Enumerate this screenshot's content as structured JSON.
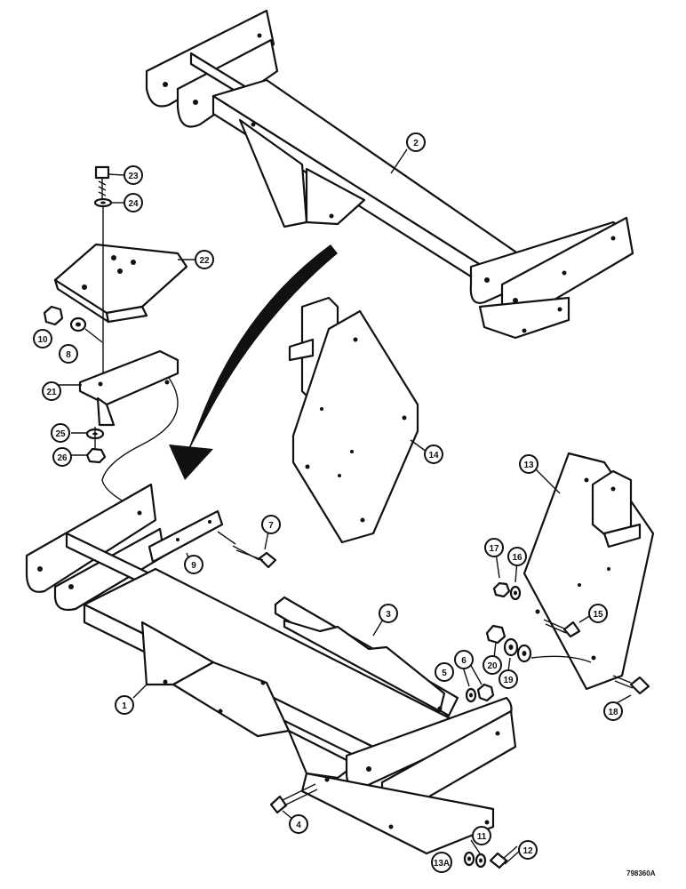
{
  "figure_code": "798360A",
  "callouts": [
    {
      "id": "c2",
      "label": "2"
    },
    {
      "id": "c23",
      "label": "23"
    },
    {
      "id": "c24",
      "label": "24"
    },
    {
      "id": "c22",
      "label": "22"
    },
    {
      "id": "c10",
      "label": "10"
    },
    {
      "id": "c8",
      "label": "8"
    },
    {
      "id": "c21",
      "label": "21"
    },
    {
      "id": "c25",
      "label": "25"
    },
    {
      "id": "c26",
      "label": "26"
    },
    {
      "id": "c14",
      "label": "14"
    },
    {
      "id": "c13",
      "label": "13"
    },
    {
      "id": "c7",
      "label": "7"
    },
    {
      "id": "c9",
      "label": "9"
    },
    {
      "id": "c17",
      "label": "17"
    },
    {
      "id": "c16",
      "label": "16"
    },
    {
      "id": "c15",
      "label": "15"
    },
    {
      "id": "c3",
      "label": "3"
    },
    {
      "id": "c20",
      "label": "20"
    },
    {
      "id": "c19",
      "label": "19"
    },
    {
      "id": "c5",
      "label": "5"
    },
    {
      "id": "c6",
      "label": "6"
    },
    {
      "id": "c18",
      "label": "18"
    },
    {
      "id": "c1",
      "label": "1"
    },
    {
      "id": "c4",
      "label": "4"
    },
    {
      "id": "c11",
      "label": "11"
    },
    {
      "id": "c13a",
      "label": "13A"
    },
    {
      "id": "c12",
      "label": "12"
    }
  ]
}
